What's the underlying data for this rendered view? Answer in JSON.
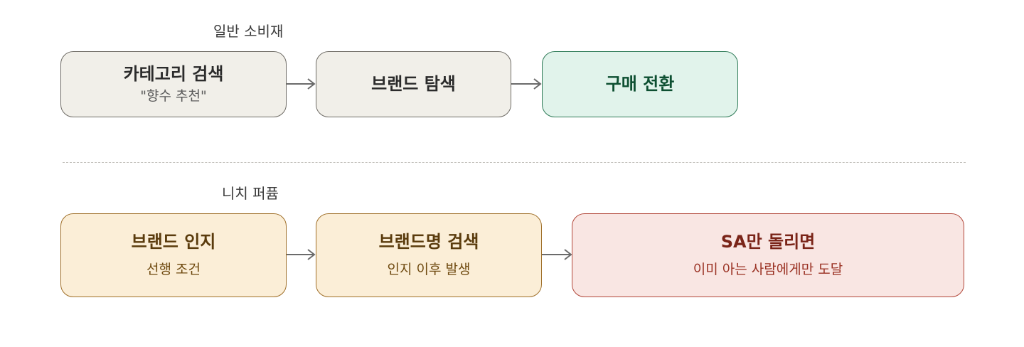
{
  "general": {
    "label": "일반 소비재",
    "steps": [
      {
        "title": "카테고리 검색",
        "sub": "\"향수 추천\""
      },
      {
        "title": "브랜드 탐색"
      },
      {
        "title": "구매 전환"
      }
    ]
  },
  "niche": {
    "label": "니치 퍼퓸",
    "steps": [
      {
        "title": "브랜드 인지",
        "sub": "선행 조건"
      },
      {
        "title": "브랜드명 검색",
        "sub": "인지 이후 발생"
      },
      {
        "title": "SA만 돌리면",
        "sub": "이미 아는 사람에게만 도달"
      }
    ]
  },
  "colors": {
    "neutral": "#f1efe9",
    "green": "#e1f3eb",
    "amber": "#fbeed7",
    "red": "#f9e6e3",
    "arrow": "#6b6b6b"
  }
}
